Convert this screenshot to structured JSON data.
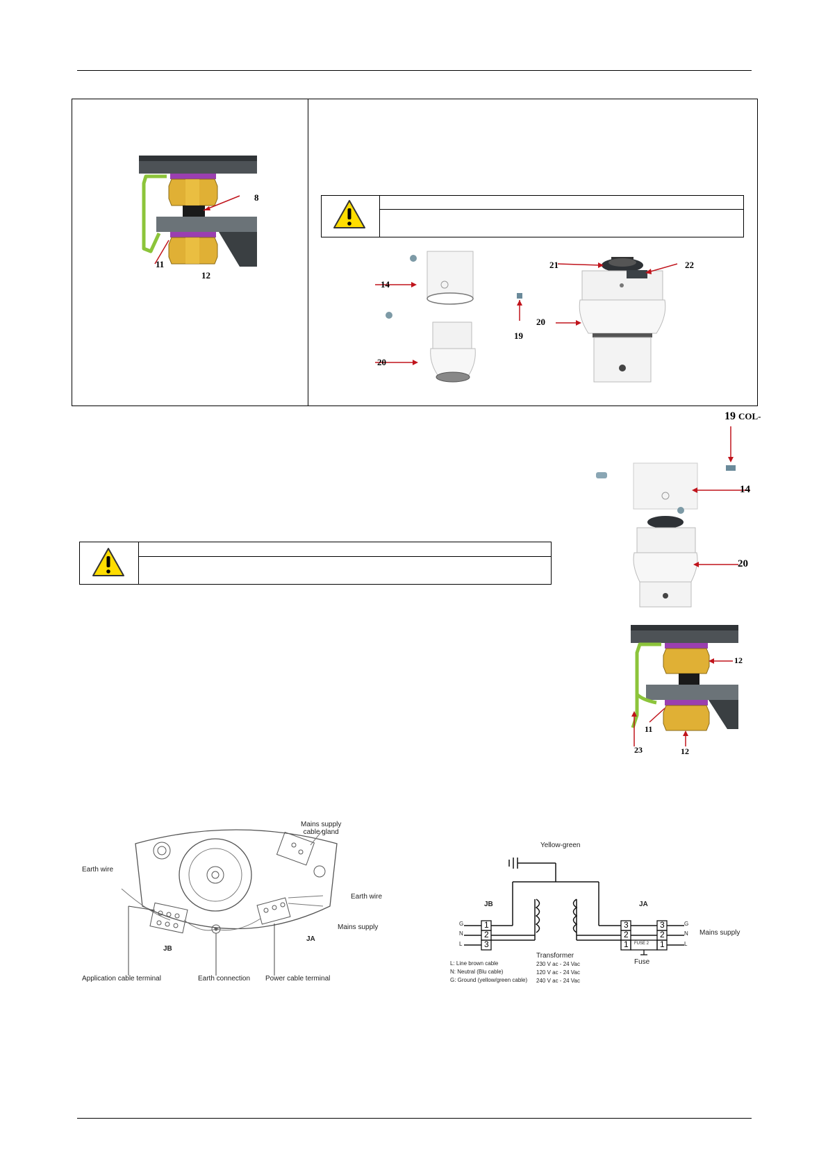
{
  "figure1": {
    "labels": [
      "8",
      "11",
      "12"
    ]
  },
  "figure2": {
    "left_labels": [
      "14",
      "19",
      "20"
    ],
    "right_labels": [
      "21",
      "22",
      "20"
    ]
  },
  "figure3": {
    "labels": [
      "19",
      "COL-",
      "14",
      "20"
    ]
  },
  "figure4": {
    "labels": [
      "12",
      "11",
      "23",
      "12"
    ]
  },
  "wiring": {
    "earth_wire_left": "Earth wire",
    "mains_gland": "Mains supply\ncable gland",
    "earth_wire_right": "Earth wire",
    "mains_supply": "Mains supply",
    "jb": "JB",
    "ja": "JA",
    "app_terminal": "Application cable terminal",
    "earth_connection": "Earth connection",
    "power_terminal": "Power cable terminal"
  },
  "schematic": {
    "yellow_green": "Yellow-green",
    "jb": "JB",
    "ja": "JA",
    "g": "G",
    "n": "N",
    "l": "L",
    "mains_supply": "Mains supply",
    "legend_l": "L: Line brown cable",
    "legend_n": "N: Neutral (Blu cable)",
    "legend_g": "G: Ground (yellow/green cable)",
    "transformer": "Transformer",
    "t1": "230 V ac - 24 Vac",
    "t2": "120 V ac - 24 Vac",
    "t3": "240 V ac - 24 Vac",
    "fuse": "Fuse",
    "fuse_label": "FUSE 2",
    "pins": [
      "1",
      "2",
      "3"
    ]
  }
}
